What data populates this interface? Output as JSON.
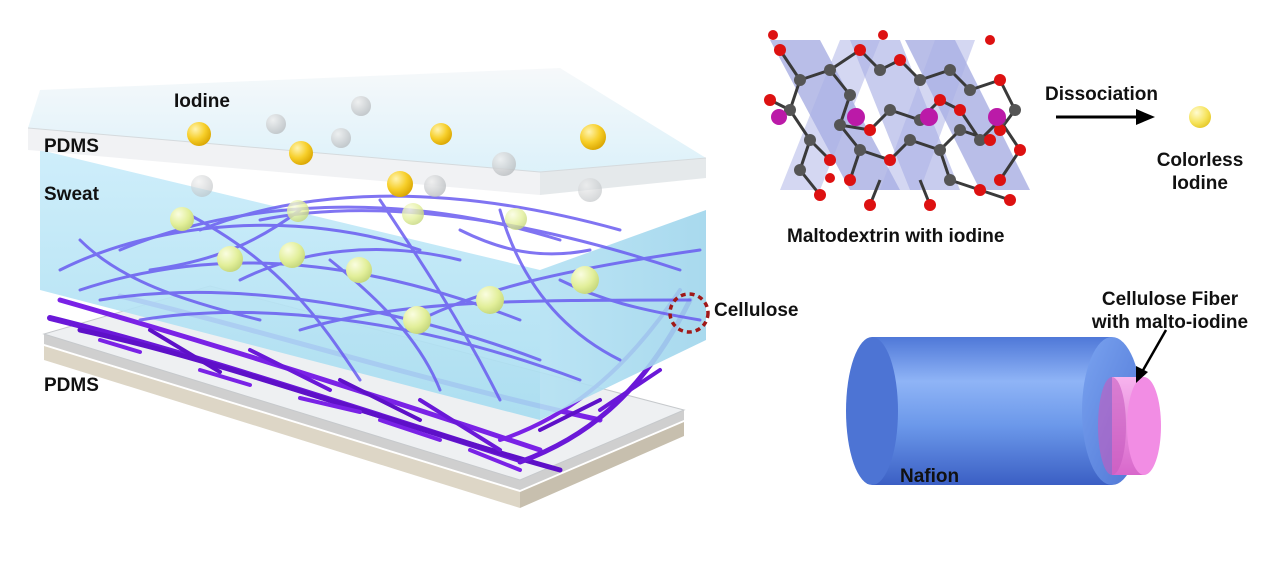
{
  "labels": {
    "iodine": "Iodine",
    "pdms_top": "PDMS",
    "sweat": "Sweat",
    "cellulose": "Cellulose",
    "pdms_bottom": "PDMS",
    "maltodextrin": "Maltodextrin with iodine",
    "dissociation": "Dissociation",
    "colorless_line1": "Colorless",
    "colorless_line2": "Iodine",
    "fiber_line1": "Cellulose Fiber",
    "fiber_line2": "with malto-iodine",
    "nafion": "Nafion"
  },
  "colors": {
    "sweat": "#bfe6f6",
    "pdms": "#eef0f2",
    "base": "#ddd6c6",
    "fiber": "#6a5cf0",
    "fiber_dark": "#6a18d8",
    "iodine": "#f7cf2a",
    "faded_iodine": "#e2ef9a",
    "nafion": "#6b98ea",
    "fiber_core": "#f08ee0",
    "molecule_red": "#dd1111",
    "molecule_grey": "#555555",
    "molecule_magenta": "#bb1aa8",
    "helix": "#7f88d6"
  }
}
